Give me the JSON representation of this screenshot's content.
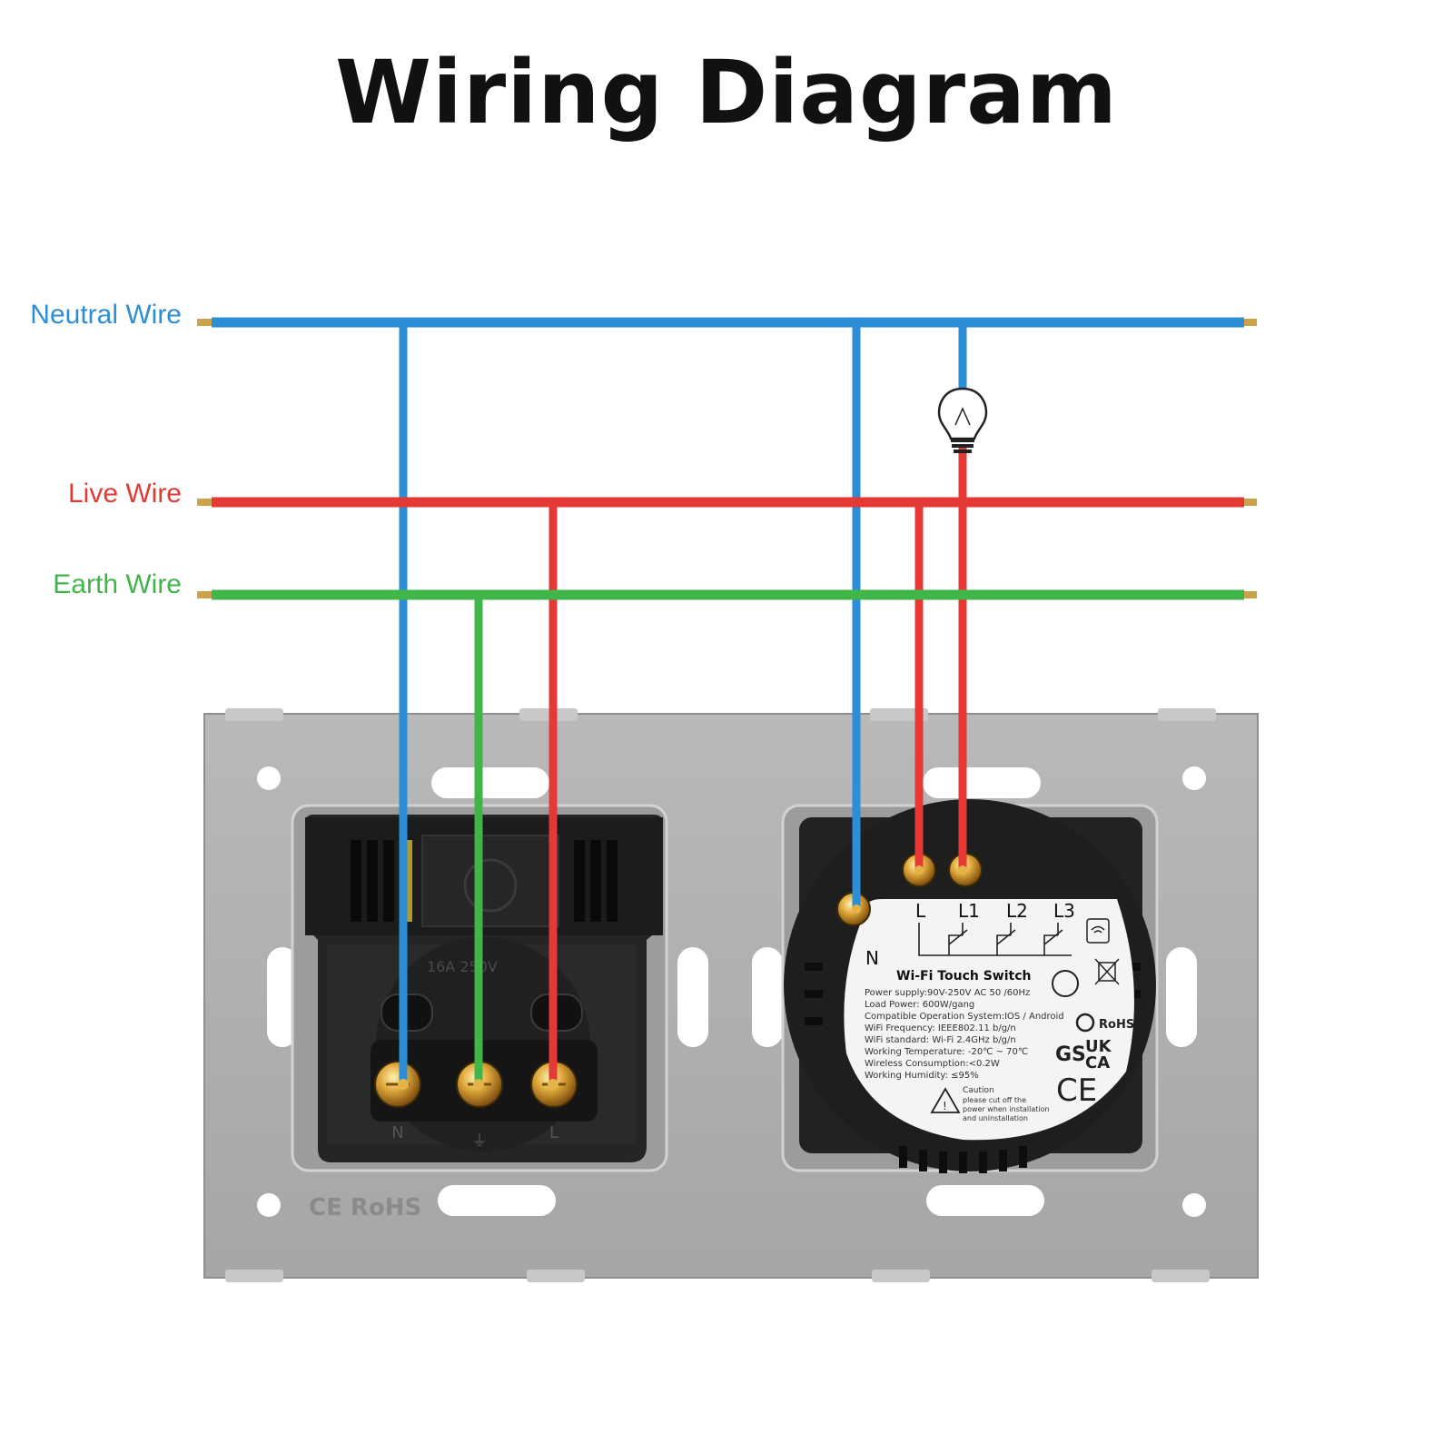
{
  "title": "Wiring Diagram",
  "wires": {
    "neutral": {
      "label": "Neutral Wire",
      "color": "#2b8ed6"
    },
    "live": {
      "label": "Live Wire",
      "color": "#e53935"
    },
    "earth": {
      "label": "Earth Wire",
      "color": "#3fb54a"
    }
  },
  "socket": {
    "terminals": [
      "N",
      "⏚",
      "L"
    ],
    "plate_marks": "CE RoHS",
    "rating": "16A 250V"
  },
  "switch": {
    "terminals": [
      "N",
      "L",
      "L1",
      "L2",
      "L3"
    ],
    "label": {
      "title": "Wi-Fi Touch Switch",
      "specs": [
        "Power supply:90V-250V AC  50 /60Hz",
        "Load Power: 600W/gang",
        "Compatible Operation System:IOS / Android",
        "WiFi Frequency: IEEE802.11 b/g/n",
        "WiFi standard: Wi-Fi 2.4GHz b/g/n",
        "Working Temperature: -20℃ ~ 70℃",
        "Wireless Consumption:<0.2W",
        "Working Humidity: ≤95%"
      ],
      "caution_title": "Caution",
      "caution_lines": [
        "please cut off the",
        "power when installation",
        "and uninstallation"
      ],
      "marks": {
        "rohs": "RoHS",
        "ukca_top": "UK",
        "ukca_bottom": "CA",
        "ce": "CE",
        "gs": "GS"
      }
    }
  }
}
